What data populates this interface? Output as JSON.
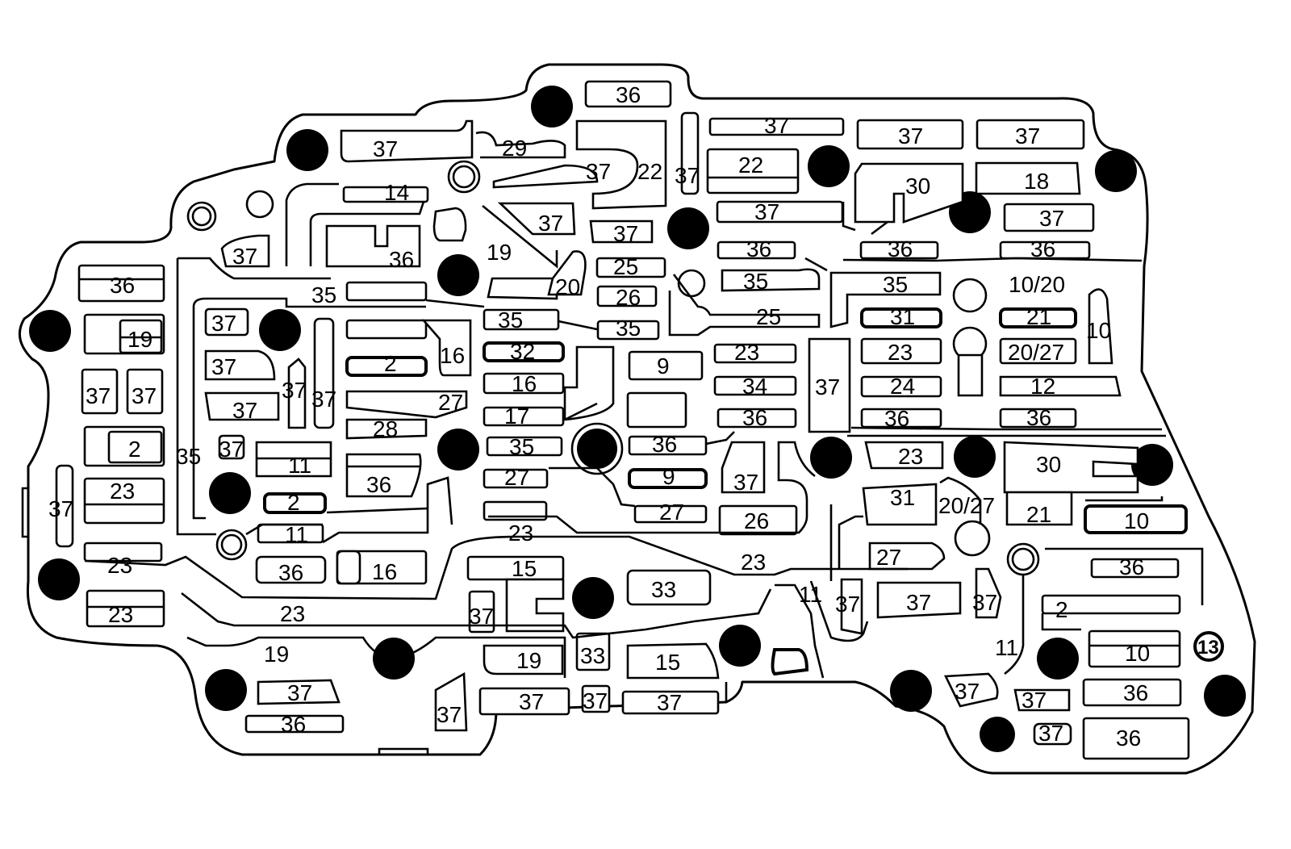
{
  "diagram": {
    "labels": {
      "l01": "36",
      "l02": "37",
      "l03": "37",
      "l04": "37",
      "l05": "37",
      "l06": "29",
      "l07": "37",
      "l08": "22",
      "l09": "37",
      "l10": "22",
      "l11": "30",
      "l12": "18",
      "l13": "14",
      "l14": "37",
      "l15": "37",
      "l16": "37",
      "l17": "37",
      "l18": "36",
      "l19": "36",
      "l20": "36",
      "l21": "37",
      "l22": "36",
      "l23": "19",
      "l24": "25",
      "l25": "35",
      "l26": "36",
      "l27": "35",
      "l28": "20",
      "l29": "26",
      "l30": "35",
      "l31": "10/20",
      "l32": "25",
      "l33": "37",
      "l34": "19",
      "l35": "35",
      "l36": "35",
      "l37": "31",
      "l38": "21",
      "l39": "10",
      "l40": "16",
      "l41": "2",
      "l42": "32",
      "l43": "9",
      "l44": "23",
      "l45": "23",
      "l46": "20/27",
      "l47": "37",
      "l48": "37",
      "l49": "37",
      "l50": "37",
      "l51": "37",
      "l52": "16",
      "l53": "34",
      "l54": "24",
      "l55": "12",
      "l56": "37",
      "l57": "27",
      "l58": "17",
      "l59": "37",
      "l60": "36",
      "l61": "36",
      "l62": "36",
      "l63": "28",
      "l64": "2",
      "l65": "37",
      "l66": "35",
      "l67": "36",
      "l68": "23",
      "l69": "11",
      "l70": "35",
      "l71": "36",
      "l72": "30",
      "l73": "37",
      "l74": "27",
      "l75": "9",
      "l76": "37",
      "l77": "23",
      "l78": "2",
      "l79": "31",
      "l80": "20/27",
      "l81": "21",
      "l82": "10",
      "l83": "27",
      "l84": "26",
      "l85": "23",
      "l86": "11",
      "l87": "27",
      "l88": "23",
      "l89": "36",
      "l90": "16",
      "l91": "15",
      "l92": "33",
      "l93": "23",
      "l94": "36",
      "l95": "23",
      "l96": "23",
      "l97": "37",
      "l98": "11",
      "l99": "37",
      "l100": "37",
      "l101": "37",
      "l102": "2",
      "l103": "19",
      "l104": "19",
      "l105": "33",
      "l106": "15",
      "l107": "11",
      "l108": "10",
      "l109": "13",
      "l110": "37",
      "l111": "37",
      "l112": "37",
      "l113": "37",
      "l114": "37",
      "l115": "36",
      "l116": "37",
      "l117": "37",
      "l118": "36",
      "l119": "37",
      "l120": "36"
    },
    "colors": {
      "stroke": "#000000",
      "background": "#ffffff",
      "check_ball": "#000000"
    }
  }
}
